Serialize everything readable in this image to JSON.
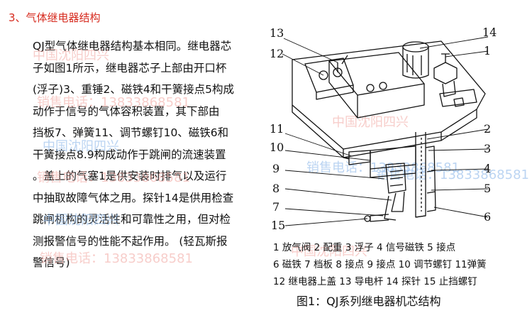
{
  "section_title": "3、气体继电器结构",
  "paragraph_lines": [
    "QJ型气体继电器结构基本相同。继电器芯",
    "子如图1所示，继电器芯子上部由开口杯",
    "(浮子)3、重锤2、磁铁4和干簧接点5构成",
    "动作于信号的气体容积装置，其下部由",
    "挡板7、弹簧11、调节螺钉10、磁铁6和",
    "干簧接点8.9构成动作于跳闸的流速装置",
    "。盖上的气塞1是供安装时排气以及运行",
    "中抽取故障气体之用。探针14是供用检查",
    "跳闸机构的灵活性和可靠性之用，但对检",
    "测报警信号的性能不起作用。 (轻瓦斯报",
    "警信号)"
  ],
  "watermarks": [
    "中国沈阳四兴",
    "销售电话：13833868581",
    "中国沈阳四兴",
    "销售电话：13833868581",
    "中国沈阳四兴",
    "销售电话：13833868581",
    "中国沈阳四兴",
    "销售电话：13833868581",
    "中国沈阳四兴",
    "销售电话：13833868581"
  ],
  "figure_labels": [
    "13",
    "14",
    "12",
    "1",
    "11",
    "2",
    "10",
    "3",
    "9",
    "4",
    "8",
    "5",
    "7",
    "6",
    "15"
  ],
  "legend_lines": [
    "1 放气阀 2 配重 3 浮子 4 信号磁铁 5 接点",
    "6 磁铁 7 档板 8 接点 9 接点 10 调节螺钉 11弹簧",
    "12 继电器上盖 13 导电杆 14 探针 15 止挡螺钉"
  ],
  "caption": "图1：QJ系列继电器机芯结构",
  "colors": {
    "heading": "#d62a1e",
    "watermark_red": "#f2a6a0",
    "watermark_blue": "#8fb9ea"
  }
}
